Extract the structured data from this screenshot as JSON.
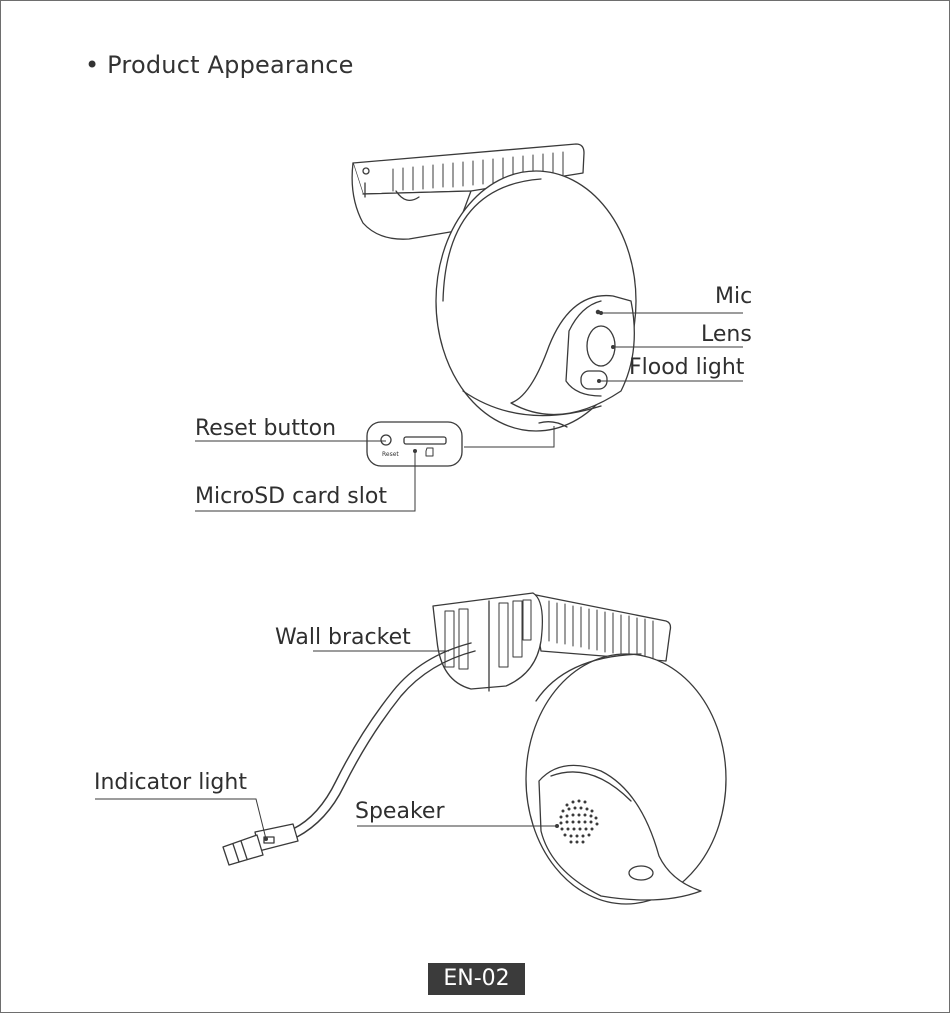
{
  "section_title": "• Product Appearance",
  "labels": {
    "mic": "Mic",
    "lens": "Lens",
    "flood_light": "Flood light",
    "reset_button": "Reset button",
    "microsd_slot": "MicroSD card slot",
    "reset_tiny": "Reset",
    "wall_bracket": "Wall bracket",
    "indicator_light": "Indicator light",
    "speaker": "Speaker"
  },
  "page_number": "EN-02"
}
